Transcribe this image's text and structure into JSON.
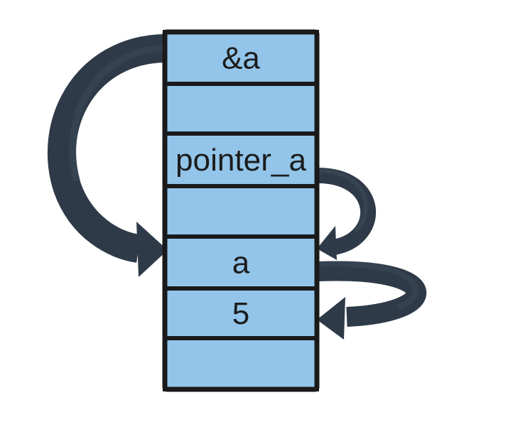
{
  "colors": {
    "cell_fill": "#93C5EA",
    "border": "#1a1a1a",
    "arrow": "#2E3A47",
    "arrow_shade": "#3B4856",
    "background": "#FFFFFF"
  },
  "memory": {
    "cells": [
      {
        "label": "&a"
      },
      {
        "label": ""
      },
      {
        "label": "pointer_a"
      },
      {
        "label": ""
      },
      {
        "label": "a"
      },
      {
        "label": "5"
      },
      {
        "label": ""
      }
    ]
  },
  "arrows": [
    {
      "name": "address-to-a-arrow",
      "from_cell": 0,
      "to_cell": 4,
      "side": "left",
      "icon": "curved-arrow"
    },
    {
      "name": "pointer-to-a-arrow",
      "from_cell": 2,
      "to_cell": 4,
      "side": "right",
      "icon": "curved-arrow"
    },
    {
      "name": "a-to-value-arrow",
      "from_cell": 4,
      "to_cell": 5,
      "side": "right",
      "icon": "curved-arrow"
    }
  ]
}
